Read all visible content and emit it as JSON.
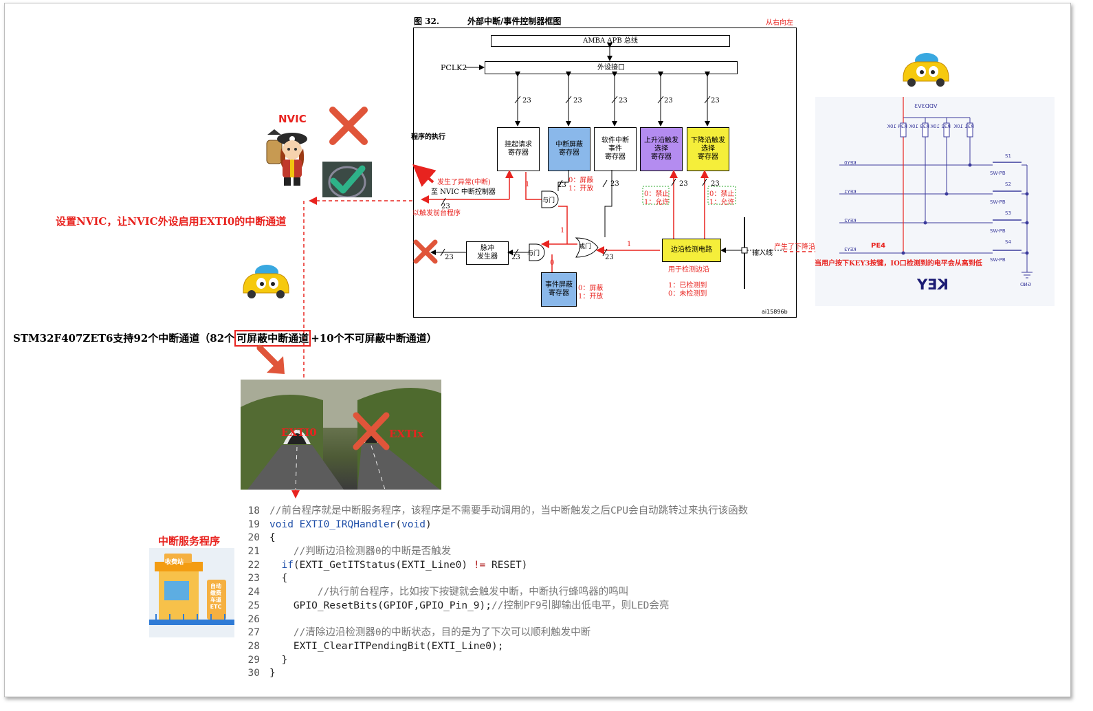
{
  "figure": {
    "title_num": "图 32.",
    "title": "外部中断/事件控制器框图",
    "direction_note": "从右向左",
    "amba": "AMBA APB 总线",
    "pclk2": "PCLK2",
    "periph_if": "外设接口",
    "bus_width": "23",
    "prog_exec": "程序的执行",
    "boxes": {
      "pending": "挂起请求\n寄存器",
      "int_mask": "中断屏蔽\n寄存器",
      "soft_int": "软件中断\n事件\n寄存器",
      "rising": "上升沿触发\n选择\n寄存器",
      "falling": "下降沿触发\n选择\n寄存器",
      "edge_detect": "边沿检测电路",
      "pulse": "脉冲\n发生器",
      "event_mask": "事件屏蔽\n寄存器"
    },
    "gate_and": "与门",
    "gate_or": "或门",
    "exception": "发生了异常(中断)",
    "to_nvic": "至 NVIC 中断控制器",
    "trigger_bg": "以触发前台程序",
    "mask_note_0": "0：屏蔽",
    "mask_note_1": "1：开放",
    "disable_0": "0：禁止",
    "enable_1": "1：允许",
    "edge_used": "用于检测边沿",
    "detected_1": "1：已检测到",
    "not_detected_0": "0：未检测到",
    "input_line": "输入线",
    "falling_edge_event": "产生了下降沿",
    "sig_1": "1",
    "sig_0": "0",
    "ai_code": "ai15896b"
  },
  "schematic": {
    "vdd": "VDD3V3",
    "resistors": [
      "R34 10K",
      "R33 10K",
      "R32 10K",
      "R31 10K"
    ],
    "keys": [
      "KEY0",
      "KEY1",
      "KEY2",
      "KEY3"
    ],
    "switches": [
      "S1",
      "S2",
      "S3",
      "S4"
    ],
    "sw_type": "SW-PB",
    "pe4": "PE4",
    "gnd": "GND",
    "key_title": "KEY",
    "note": "当用户按下KEY3按键，IO口检测到的电平会从高到低"
  },
  "left": {
    "nvic_label": "NVIC",
    "set_nvic": "设置NVIC，让NVIC外设启用EXTI0的中断通道",
    "support_text_a": "STM32F407ZET6支持92个中断通道（82个",
    "support_text_box": "可屏蔽中断通道",
    "support_text_b": "+10个不可屏蔽中断通道）",
    "exti0": "EXTI0",
    "extix": "EXTIx",
    "isr_label": "中断服务程序",
    "toll_sign": "收费站",
    "etc_sign": "自动缴费车道ETC"
  },
  "code": {
    "lines": [
      {
        "n": "18",
        "parts": [
          [
            "cm",
            "//前台程序就是中断服务程序，该程序是不需要手动调用的，当中断触发之后CPU会自动跳转过来执行该函数"
          ]
        ]
      },
      {
        "n": "19",
        "parts": [
          [
            "kw",
            "void "
          ],
          [
            "fn",
            "EXTI0_IRQHandler"
          ],
          [
            "plain",
            "("
          ],
          [
            "kw",
            "void"
          ],
          [
            "plain",
            ")"
          ]
        ]
      },
      {
        "n": "20",
        "parts": [
          [
            "plain",
            "{"
          ]
        ]
      },
      {
        "n": "21",
        "parts": [
          [
            "cm",
            "    //判断边沿检测器0的中断是否触发"
          ]
        ]
      },
      {
        "n": "22",
        "parts": [
          [
            "kw",
            "  if"
          ],
          [
            "plain",
            "(EXTI_GetITStatus(EXTI_Line0) "
          ],
          [
            "op",
            "!="
          ],
          [
            "plain",
            " RESET)"
          ]
        ]
      },
      {
        "n": "23",
        "parts": [
          [
            "plain",
            "  {"
          ]
        ]
      },
      {
        "n": "24",
        "parts": [
          [
            "cm",
            "        //执行前台程序，比如按下按键就会触发中断，中断执行蜂鸣器的鸣叫"
          ]
        ]
      },
      {
        "n": "25",
        "parts": [
          [
            "plain",
            "    GPIO_ResetBits(GPIOF,GPIO_Pin_9);"
          ],
          [
            "cm",
            "//控制PF9引脚输出低电平，则LED会亮"
          ]
        ]
      },
      {
        "n": "26",
        "parts": [
          [
            "plain",
            ""
          ]
        ]
      },
      {
        "n": "27",
        "parts": [
          [
            "cm",
            "    //清除边沿检测器0的中断状态，目的是为了下次可以顺利触发中断"
          ]
        ]
      },
      {
        "n": "28",
        "parts": [
          [
            "plain",
            "    EXTI_ClearITPendingBit(EXTI_Line0);"
          ]
        ]
      },
      {
        "n": "29",
        "parts": [
          [
            "plain",
            "  }"
          ]
        ]
      },
      {
        "n": "30",
        "parts": [
          [
            "plain",
            "}"
          ]
        ]
      }
    ]
  },
  "colors": {
    "accent_red": "#e8231f",
    "blue_box": "#8ab8ea",
    "purple_box": "#b48cf0",
    "yellow_box": "#f5ee3a"
  }
}
